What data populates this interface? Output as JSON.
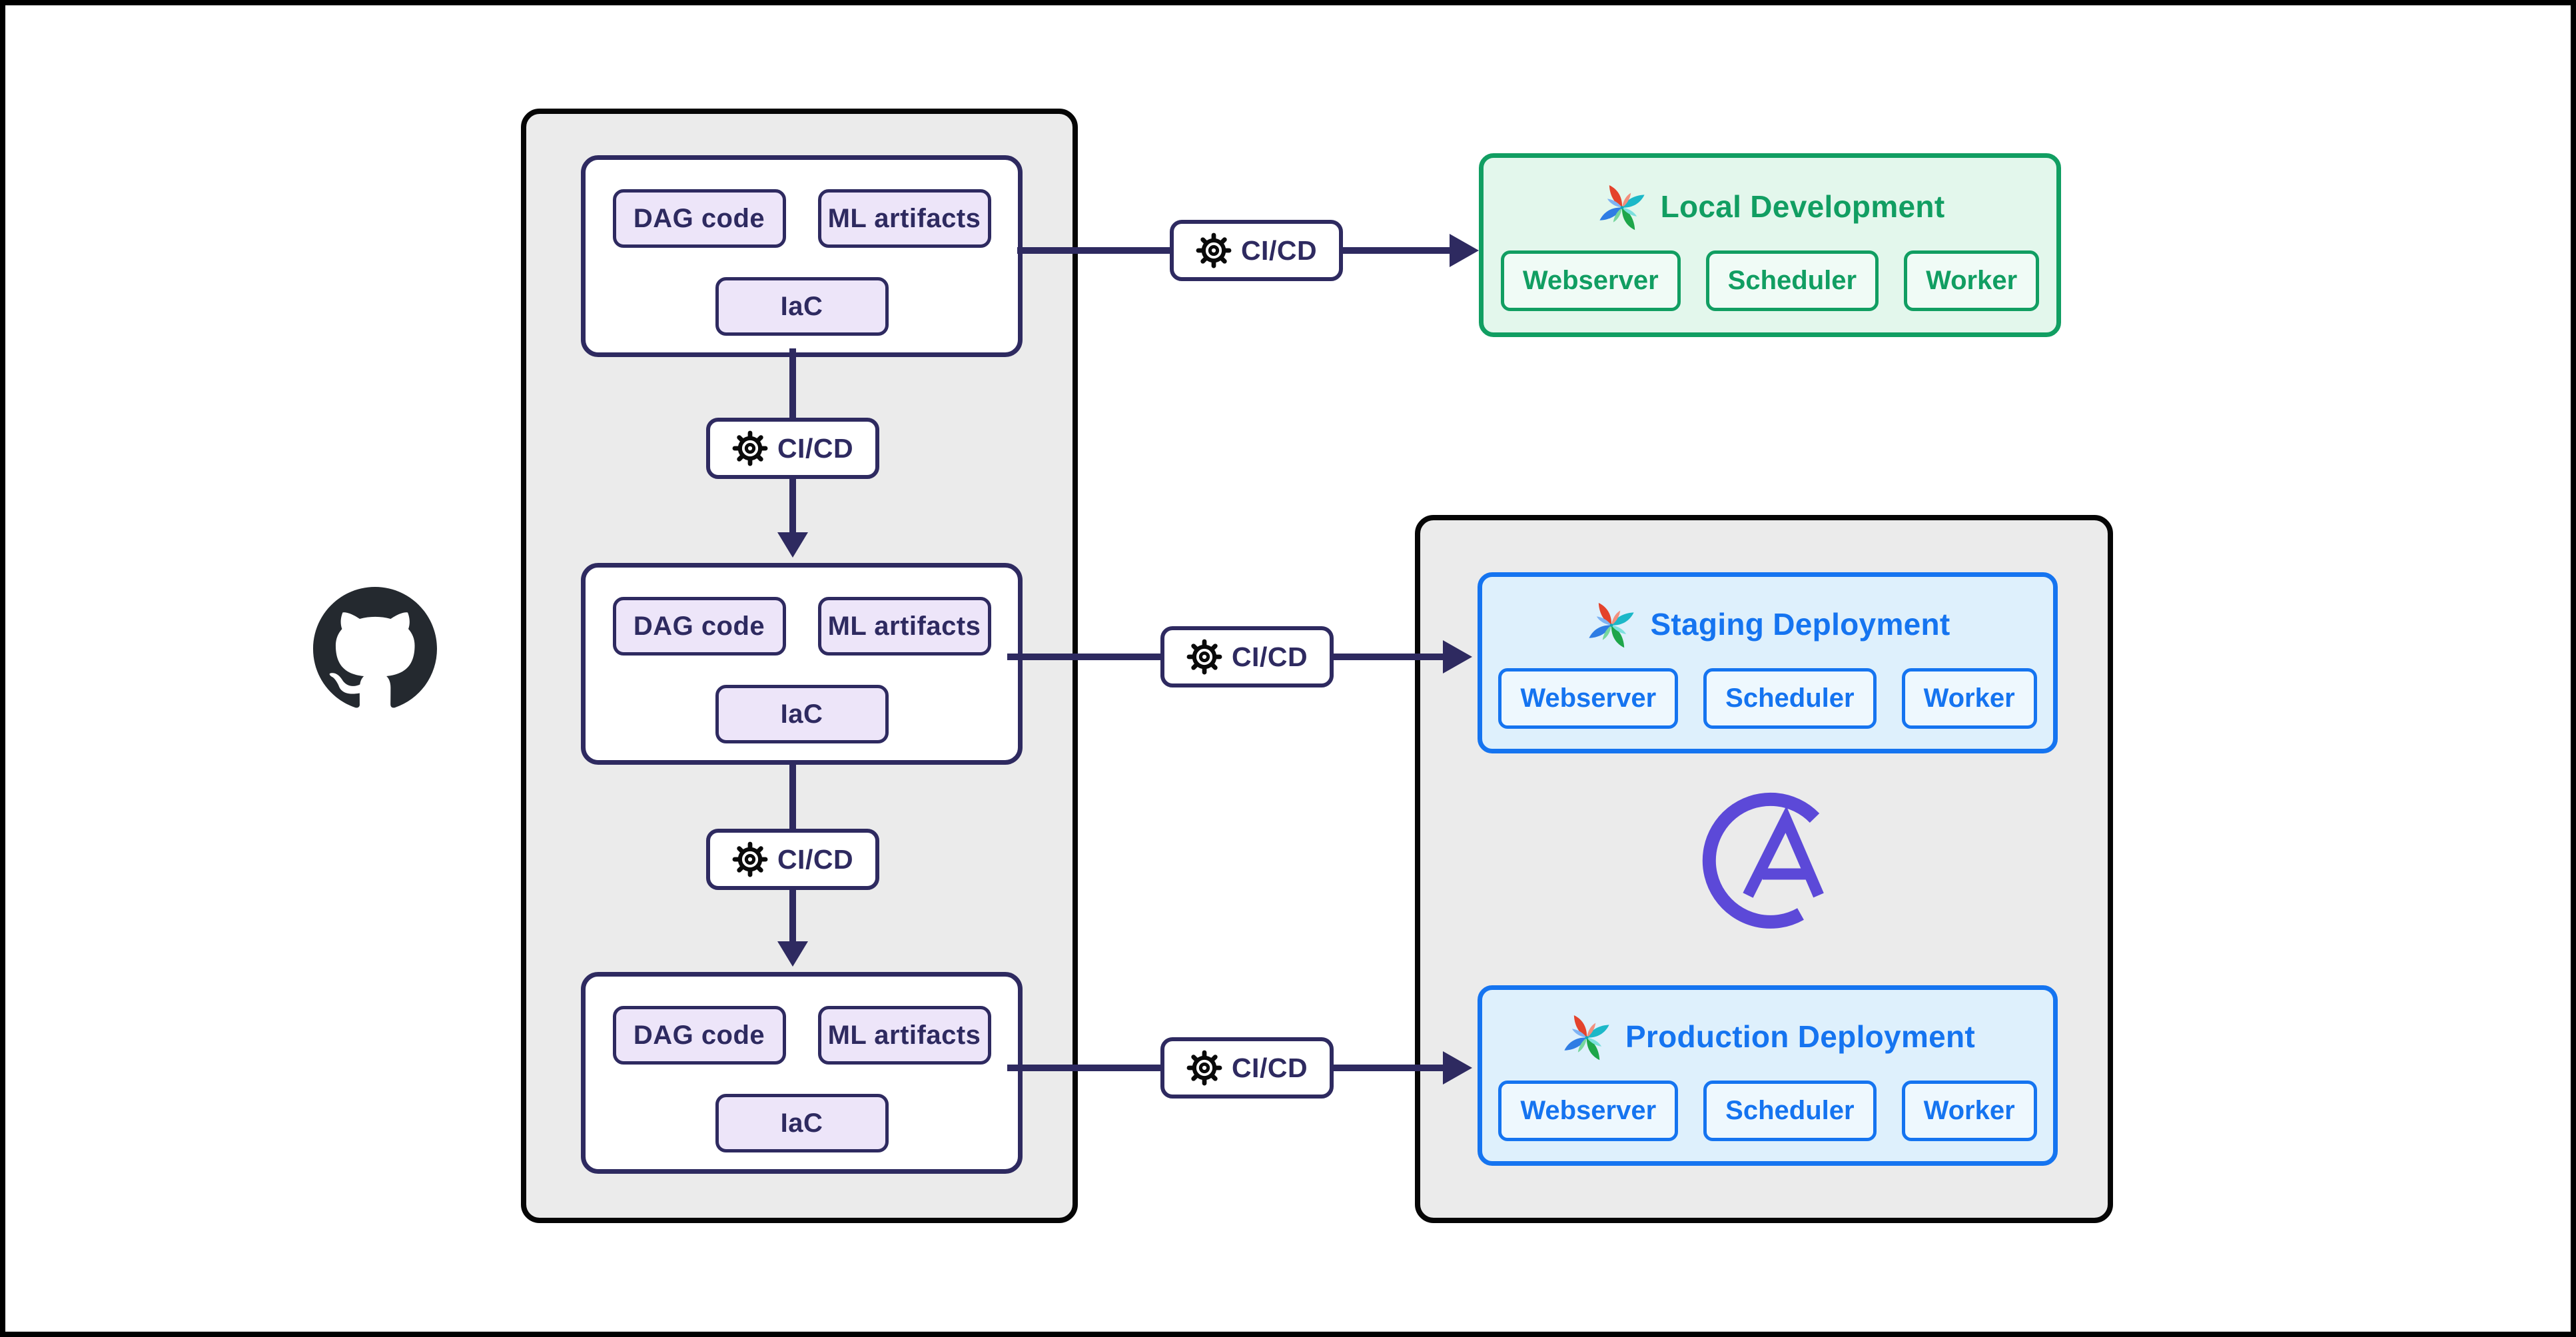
{
  "labels": {
    "cicd": "CI/CD"
  },
  "source_panel": {
    "blocks": [
      {
        "chips": [
          "DAG code",
          "ML artifacts",
          "IaC"
        ]
      },
      {
        "chips": [
          "DAG code",
          "ML artifacts",
          "IaC"
        ]
      },
      {
        "chips": [
          "DAG code",
          "ML artifacts",
          "IaC"
        ]
      }
    ]
  },
  "environments": {
    "local": {
      "title": "Local Development",
      "services": [
        "Webserver",
        "Scheduler",
        "Worker"
      ]
    },
    "staging": {
      "title": "Staging Deployment",
      "services": [
        "Webserver",
        "Scheduler",
        "Worker"
      ]
    },
    "production": {
      "title": "Production Deployment",
      "services": [
        "Webserver",
        "Scheduler",
        "Worker"
      ]
    }
  },
  "icons": {
    "github": "github-octocat",
    "gear": "settings-gear",
    "airflow": "airflow-pinwheel",
    "astronomer": "astronomer-mark"
  },
  "colors": {
    "navy": "#2e2a60",
    "panel_gray": "#ebebeb",
    "lavender_chip": "#ede5f9",
    "green_accent": "#119e62",
    "green_bg": "#e3f7ec",
    "blue_accent": "#1574f0",
    "blue_bg": "#def0fc",
    "purple": "#5c49d8",
    "github_dark": "#24292f",
    "black_border": "#000000"
  }
}
